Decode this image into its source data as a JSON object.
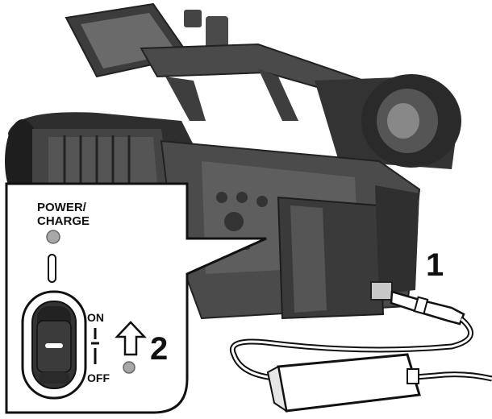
{
  "labels": {
    "power_charge_line1": "POWER/",
    "power_charge_line2": "CHARGE",
    "on": "ON",
    "off": "OFF"
  },
  "steps": {
    "step1": "1",
    "step2": "2"
  },
  "colors": {
    "body_dark": "#3a3a3a",
    "body_mid": "#5a5a5a",
    "body_light": "#8a8a8a",
    "inset_bg": "#ffffff",
    "indicator_gray": "#a8a8a8"
  },
  "icons": {
    "camera": "camcorder-illustration",
    "adapter": "ac-adapter-illustration",
    "arrow": "up-arrow-icon",
    "led": "power-charge-led-icon"
  }
}
